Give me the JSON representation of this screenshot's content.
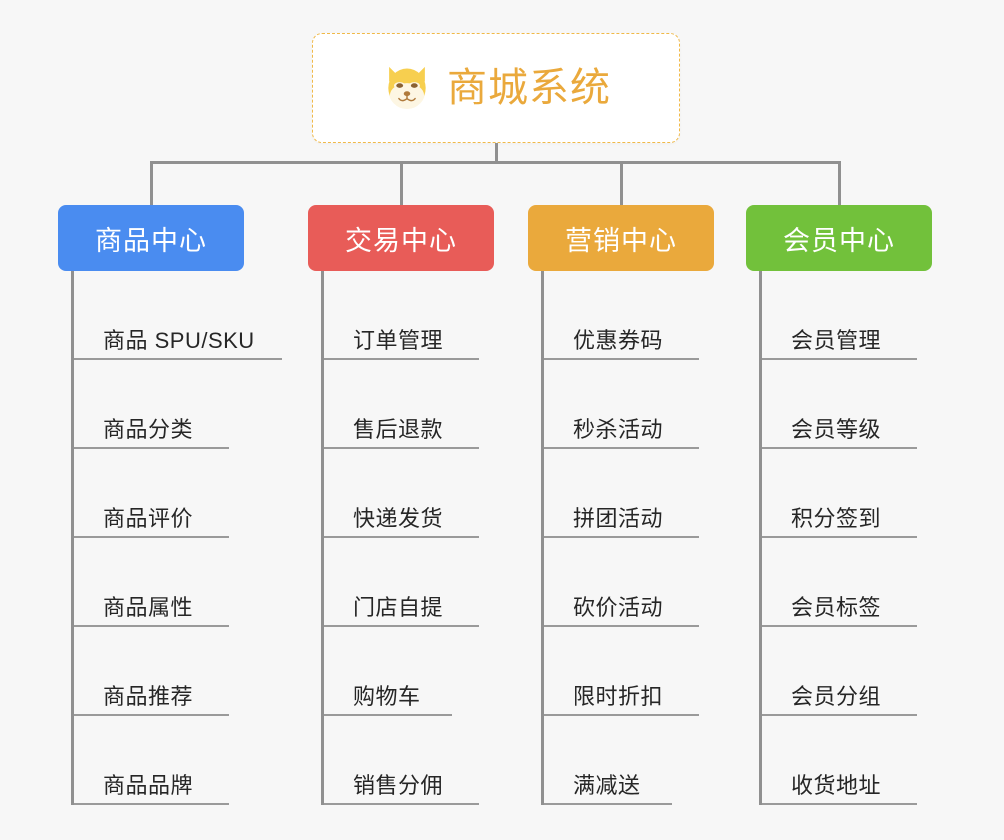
{
  "root": {
    "title": "商城系统",
    "icon": "shiba-dog-face-icon",
    "border_color": "#f0b948",
    "text_color": "#eaa93c",
    "background": "#ffffff"
  },
  "canvas": {
    "background": "#f7f7f7",
    "connector_color": "#909090"
  },
  "branches": [
    {
      "id": "product-center",
      "label": "商品中心",
      "color": "#4a8cf0",
      "leaves": [
        {
          "label": "商品 SPU/SKU"
        },
        {
          "label": "商品分类"
        },
        {
          "label": "商品评价"
        },
        {
          "label": "商品属性"
        },
        {
          "label": "商品推荐"
        },
        {
          "label": "商品品牌"
        }
      ]
    },
    {
      "id": "trade-center",
      "label": "交易中心",
      "color": "#e85c58",
      "leaves": [
        {
          "label": "订单管理"
        },
        {
          "label": "售后退款"
        },
        {
          "label": "快递发货"
        },
        {
          "label": "门店自提"
        },
        {
          "label": "购物车"
        },
        {
          "label": "销售分佣"
        }
      ]
    },
    {
      "id": "marketing-center",
      "label": "营销中心",
      "color": "#eaa93c",
      "leaves": [
        {
          "label": "优惠券码"
        },
        {
          "label": "秒杀活动"
        },
        {
          "label": "拼团活动"
        },
        {
          "label": "砍价活动"
        },
        {
          "label": "限时折扣"
        },
        {
          "label": "满减送"
        }
      ]
    },
    {
      "id": "member-center",
      "label": "会员中心",
      "color": "#72c13b",
      "leaves": [
        {
          "label": "会员管理"
        },
        {
          "label": "会员等级"
        },
        {
          "label": "积分签到"
        },
        {
          "label": "会员标签"
        },
        {
          "label": "会员分组"
        },
        {
          "label": "收货地址"
        }
      ]
    }
  ]
}
